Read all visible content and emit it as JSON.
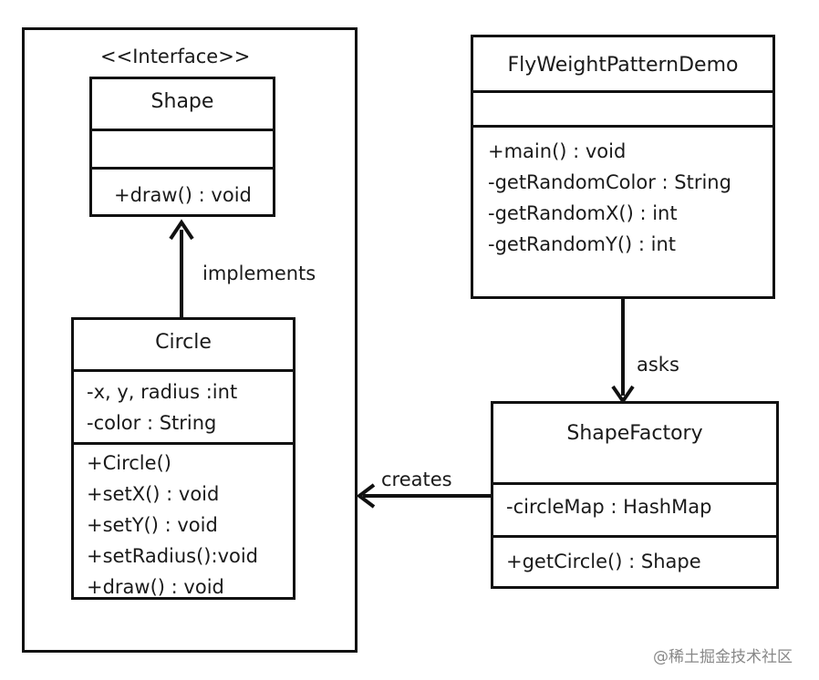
{
  "interface_stereotype": "<<Interface>>",
  "shape": {
    "name": "Shape",
    "attributes": [],
    "methods": [
      "+draw() : void"
    ]
  },
  "circle": {
    "name": "Circle",
    "attributes": [
      "-x, y, radius :int",
      "-color : String"
    ],
    "methods": [
      "+Circle()",
      "+setX() : void",
      "+setY() : void",
      "+setRadius():void",
      "+draw() : void"
    ]
  },
  "demo": {
    "name": "FlyWeightPatternDemo",
    "attributes": [],
    "methods": [
      "+main() : void",
      "-getRandomColor : String",
      "-getRandomX() : int",
      "-getRandomY() : int"
    ]
  },
  "factory": {
    "name": "ShapeFactory",
    "attributes": [
      "-circleMap : HashMap"
    ],
    "methods": [
      "+getCircle() : Shape"
    ]
  },
  "relations": {
    "implements": "implements",
    "asks": "asks",
    "creates": "creates"
  },
  "watermark": "@稀土掘金技术社区"
}
